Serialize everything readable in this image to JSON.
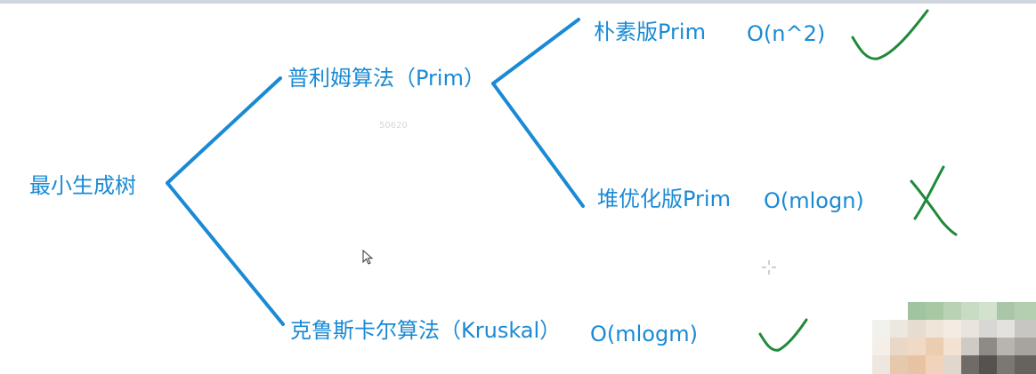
{
  "diagram": {
    "root": {
      "label": "最小生成树"
    },
    "prim": {
      "label": "普利姆算法（Prim）"
    },
    "naive_prim": {
      "label": "朴素版Prim",
      "complexity": "O(n^2)",
      "mark": "check"
    },
    "heap_prim": {
      "label": "堆优化版Prim",
      "complexity": "O(mlogn)",
      "mark": "cross"
    },
    "kruskal": {
      "label": "克鲁斯卡尔算法（Kruskal）",
      "complexity": "O(mlogm)",
      "mark": "check"
    }
  },
  "overlay": {
    "watermark": "50620"
  },
  "colors": {
    "node_text": "#1a8ad4",
    "edge": "#1a8ad4",
    "check": "#1f8a3a",
    "cross": "#1f8a3a"
  }
}
